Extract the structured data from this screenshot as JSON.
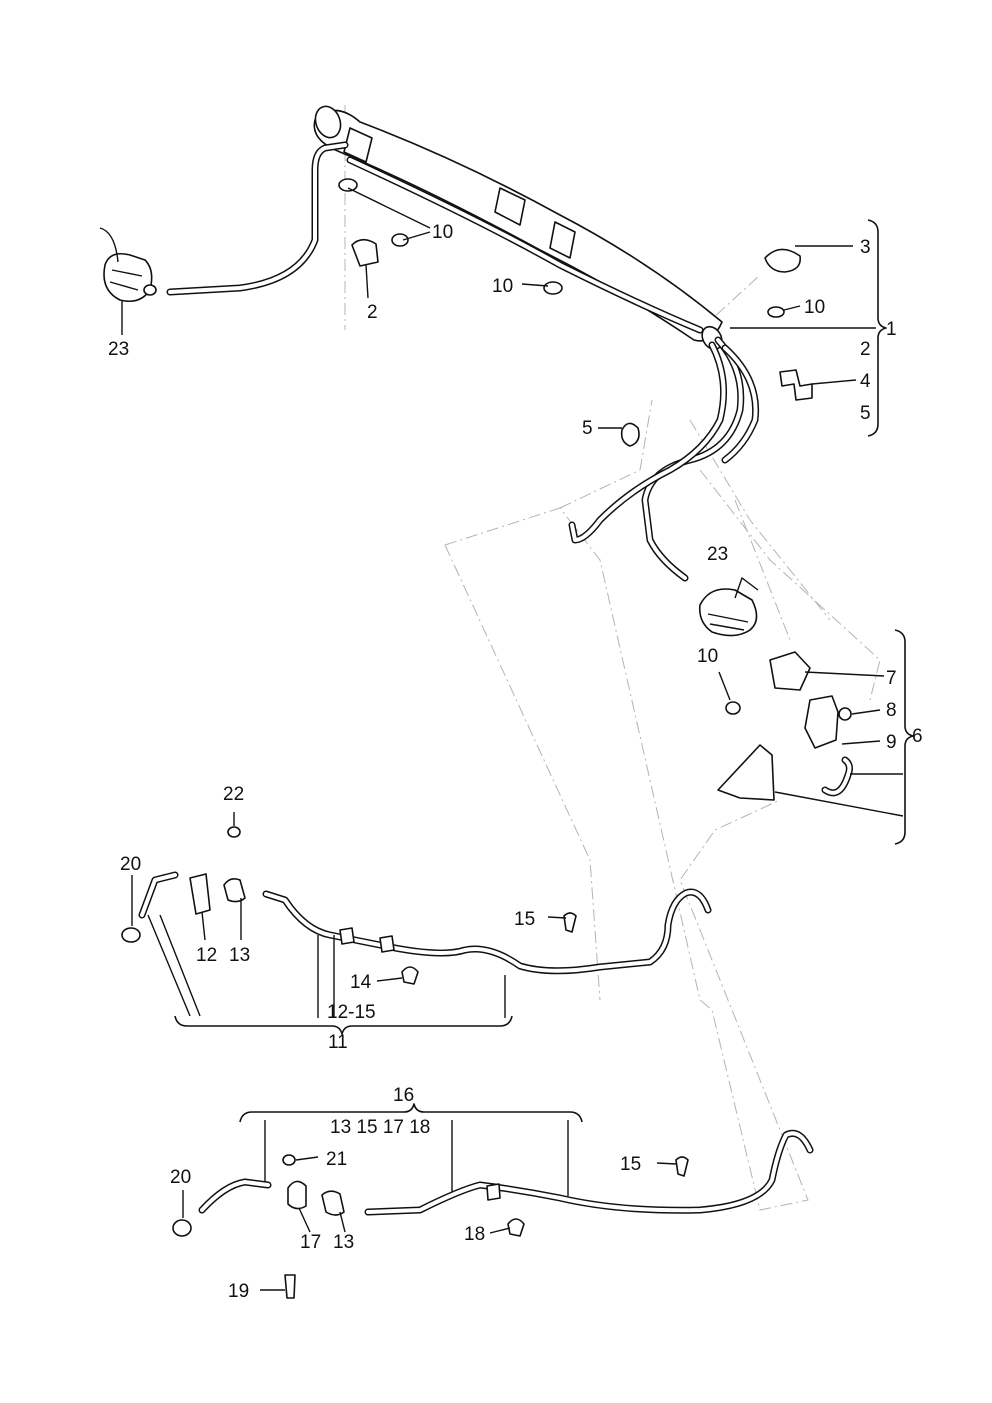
{
  "callouts": {
    "c1": "1",
    "c2a": "2",
    "c2b": "2",
    "c3": "3",
    "c4": "4",
    "c5a": "5",
    "c5b": "5",
    "c6": "6",
    "c7": "7",
    "c8": "8",
    "c9": "9",
    "c10a": "10",
    "c10b": "10",
    "c10c": "10",
    "c10d": "10",
    "c11": "11",
    "c12": "12",
    "c12_15": "12-15",
    "c13a": "13",
    "c13b": "13",
    "c14": "14",
    "c15a": "15",
    "c15b": "15",
    "c16": "16",
    "c16_list": "13 15 17 18",
    "c17": "17",
    "c18": "18",
    "c19": "19",
    "c20a": "20",
    "c20b": "20",
    "c21": "21",
    "c22": "22",
    "c23a": "23",
    "c23b": "23"
  }
}
